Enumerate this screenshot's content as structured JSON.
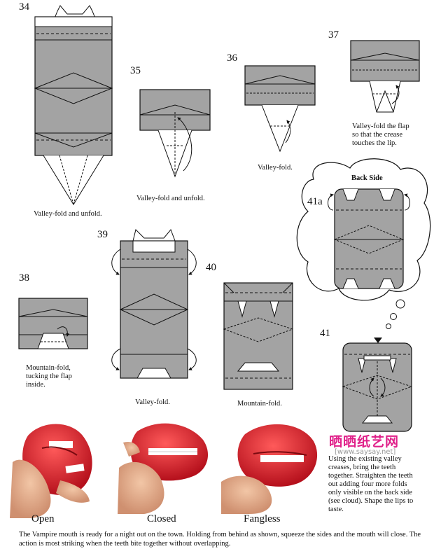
{
  "steps": [
    {
      "num": "34",
      "caption": "Valley-fold and unfold."
    },
    {
      "num": "35",
      "caption": "Valley-fold and unfold."
    },
    {
      "num": "36",
      "caption": "Valley-fold."
    },
    {
      "num": "37",
      "caption": "Valley-fold the flap so that the crease touches the lip."
    },
    {
      "num": "38",
      "caption": "Mountain-fold, tucking the flap inside."
    },
    {
      "num": "39",
      "caption": "Valley-fold."
    },
    {
      "num": "40",
      "caption": "Mountain-fold."
    },
    {
      "num": "41a",
      "caption": "Back Side"
    },
    {
      "num": "41",
      "caption": "Using the existing valley creases, bring the teeth together.  Straighten the teeth out adding four more folds only visible on the back side (see cloud). Shape the lips to taste."
    }
  ],
  "photos": [
    {
      "label": "Open"
    },
    {
      "label": "Closed"
    },
    {
      "label": "Fangless"
    }
  ],
  "watermark": {
    "text": "晒晒纸艺网",
    "url": "[www.saysay.net]"
  },
  "footer": "The Vampire mouth is ready for a night out on the town.  Holding from behind as shown, squeeze the sides and the mouth will close.  The action is most striking when the teeth bite together without overlapping.",
  "colors": {
    "paper_gray": "#a3a3a3",
    "paper_white": "#ffffff",
    "lip_red": "#d8202c"
  }
}
